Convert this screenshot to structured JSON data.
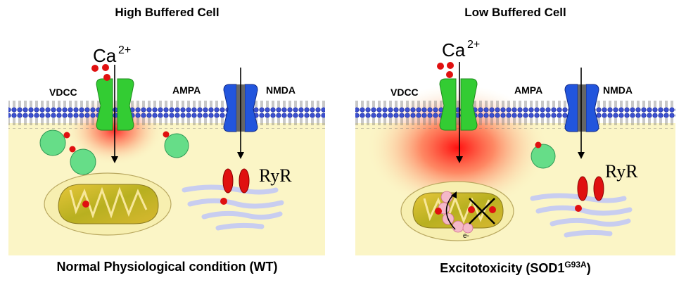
{
  "left_panel": {
    "title": "High Buffered Cell",
    "caption": "Normal Physiological condition (WT)",
    "labels": {
      "ca": "Ca",
      "ca_charge": "2+",
      "vdcc": "VDCC",
      "ampa": "AMPA",
      "nmda": "NMDA",
      "ryr": "RyR"
    }
  },
  "right_panel": {
    "title": "Low Buffered Cell",
    "caption_main": "Excitotoxicity (SOD1",
    "caption_sup": "G93A",
    "caption_end": ")",
    "labels": {
      "ca": "Ca",
      "ca_charge": "2+",
      "vdcc": "VDCC",
      "ampa": "AMPA",
      "nmda": "NMDA",
      "ryr": "RyR",
      "electron": "e-"
    }
  },
  "colors": {
    "cytoplasm": "#fbf5c6",
    "membrane_heads": "#3b4fd0",
    "vdcc_channel": "#33cc33",
    "nmda_channel": "#2255dd",
    "calcium_ion": "#e01010",
    "mito_buffer": "#66dd88",
    "er": "#c8cdf0",
    "calcium_hotspot": "#ff2020"
  }
}
